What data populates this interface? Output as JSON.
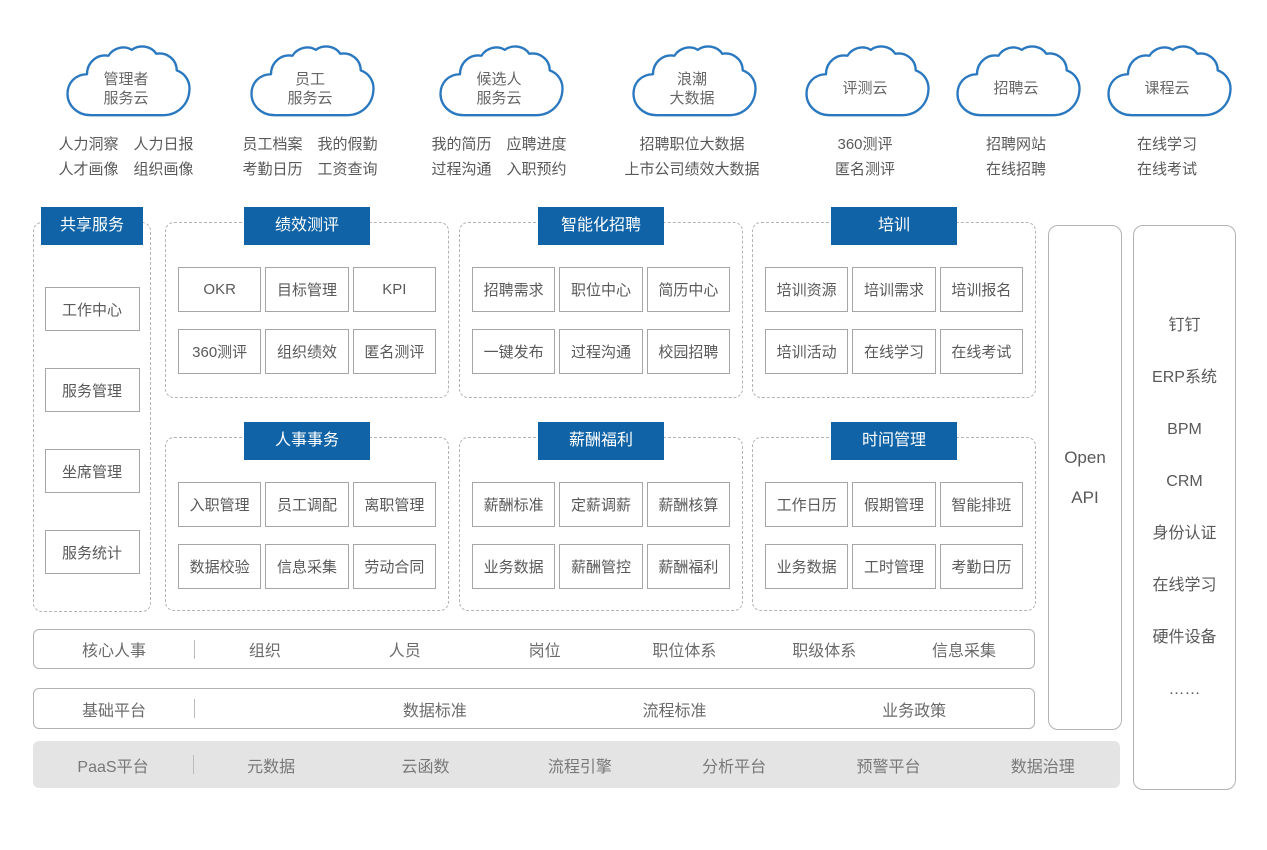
{
  "colors": {
    "accent_blue": "#0f63a6",
    "cloud_stroke_blue": "#2a78c0",
    "text_gray": "#595959",
    "box_border_gray": "#a6a6a6",
    "dashed_border_gray": "#b3b3b3",
    "paas_bar_gray": "#e4e4e4"
  },
  "clouds": [
    {
      "name": [
        "管理者",
        "服务云"
      ],
      "lines": [
        "人力洞察 人力日报",
        "人才画像 组织画像"
      ]
    },
    {
      "name": [
        "员工",
        "服务云"
      ],
      "lines": [
        "员工档案 我的假勤",
        "考勤日历 工资查询"
      ]
    },
    {
      "name": [
        "候选人",
        "服务云"
      ],
      "lines": [
        "我的简历 应聘进度",
        "过程沟通 入职预约"
      ]
    },
    {
      "name": [
        "浪潮",
        "大数据"
      ],
      "lines": [
        "招聘职位大数据",
        "上市公司绩效大数据"
      ]
    },
    {
      "name": [
        "评测云"
      ],
      "lines": [
        "360测评",
        "匿名测评"
      ]
    },
    {
      "name": [
        "招聘云"
      ],
      "lines": [
        "招聘网站",
        "在线招聘"
      ]
    },
    {
      "name": [
        "课程云"
      ],
      "lines": [
        "在线学习",
        "在线考试"
      ]
    }
  ],
  "shared_services": {
    "title": "共享服务",
    "items": [
      "工作中心",
      "服务管理",
      "坐席管理",
      "服务统计"
    ]
  },
  "sections": [
    {
      "title": "绩效测评",
      "items": [
        "OKR",
        "目标管理",
        "KPI",
        "360测评",
        "组织绩效",
        "匿名测评"
      ]
    },
    {
      "title": "智能化招聘",
      "items": [
        "招聘需求",
        "职位中心",
        "简历中心",
        "一键发布",
        "过程沟通",
        "校园招聘"
      ]
    },
    {
      "title": "培训",
      "items": [
        "培训资源",
        "培训需求",
        "培训报名",
        "培训活动",
        "在线学习",
        "在线考试"
      ]
    },
    {
      "title": "人事事务",
      "items": [
        "入职管理",
        "员工调配",
        "离职管理",
        "数据校验",
        "信息采集",
        "劳动合同"
      ]
    },
    {
      "title": "薪酬福利",
      "items": [
        "薪酬标准",
        "定薪调薪",
        "薪酬核算",
        "业务数据",
        "薪酬管控",
        "薪酬福利"
      ]
    },
    {
      "title": "时间管理",
      "items": [
        "工作日历",
        "假期管理",
        "智能排班",
        "业务数据",
        "工时管理",
        "考勤日历"
      ]
    }
  ],
  "bottom_rows": [
    {
      "label": "核心人事",
      "items": [
        "组织",
        "人员",
        "岗位",
        "职位体系",
        "职级体系",
        "信息采集"
      ]
    },
    {
      "label": "基础平台",
      "items": [
        "数据标准",
        "流程标准",
        "业务政策"
      ]
    },
    {
      "label": "PaaS平台",
      "items": [
        "元数据",
        "云函数",
        "流程引擎",
        "分析平台",
        "预警平台",
        "数据治理"
      ]
    }
  ],
  "open_api": {
    "lines": [
      "Open",
      "API"
    ]
  },
  "external_systems": {
    "items": [
      "钉钉",
      "ERP系统",
      "BPM",
      "CRM",
      "身份认证",
      "在线学习",
      "硬件设备",
      "……"
    ]
  }
}
